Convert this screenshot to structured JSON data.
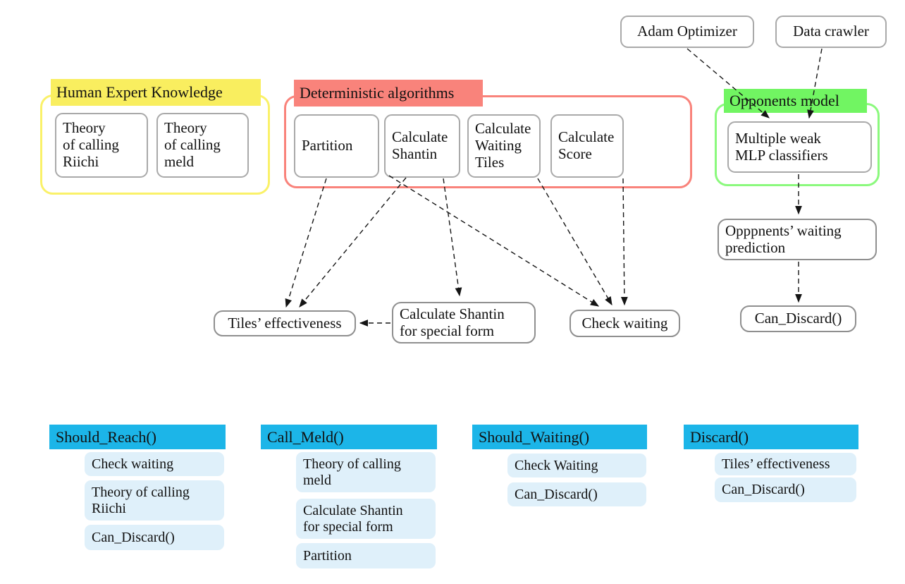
{
  "palette": {
    "yellow_bg": "#F9EE5F",
    "yellow_border": "#FAF169",
    "salmon": "#F9837B",
    "green_bg": "#71F562",
    "green_border": "#8BF97D",
    "cyan_header": "#1CB5E8",
    "item_bg": "#DFF0FA",
    "node_border_gray": "#A9A9A9",
    "text": "#111111"
  },
  "top_nodes": {
    "adam_optimizer": "Adam Optimizer",
    "data_crawler": "Data crawler"
  },
  "groups": {
    "human_expert": {
      "title": "Human Expert Knowledge",
      "items": {
        "riichi": "Theory\nof calling\nRiichi",
        "meld": "Theory\nof calling\nmeld"
      }
    },
    "deterministic": {
      "title": "Deterministic algorithms",
      "items": {
        "partition": "Partition",
        "calc_shantin": "Calculate\nShantin",
        "calc_waiting_tiles": "Calculate\nWaiting\nTiles",
        "calc_score": "Calculate\nScore"
      }
    },
    "opponents": {
      "title": "Opponents model",
      "items": {
        "mlp": "Multiple weak\nMLP classifiers"
      }
    }
  },
  "mid_nodes": {
    "tiles_effectiveness": "Tiles’ effectiveness",
    "calc_shantin_special": "Calculate Shantin\nfor special form",
    "check_waiting": "Check waiting",
    "opponents_waiting_prediction": "Opppnents’ waiting\nprediction",
    "can_discard": "Can_Discard()"
  },
  "api_lists": [
    {
      "name": "Should_Reach()",
      "items": [
        "Check waiting",
        "Theory of calling\nRiichi",
        "Can_Discard()"
      ]
    },
    {
      "name": "Call_Meld()",
      "items": [
        "Theory of calling\nmeld",
        "Calculate Shantin\nfor special form",
        "Partition"
      ]
    },
    {
      "name": "Should_Waiting()",
      "items": [
        "Check Waiting",
        "Can_Discard()"
      ]
    },
    {
      "name": "Discard()",
      "items": [
        "Tiles’ effectiveness",
        "Can_Discard()"
      ]
    }
  ]
}
